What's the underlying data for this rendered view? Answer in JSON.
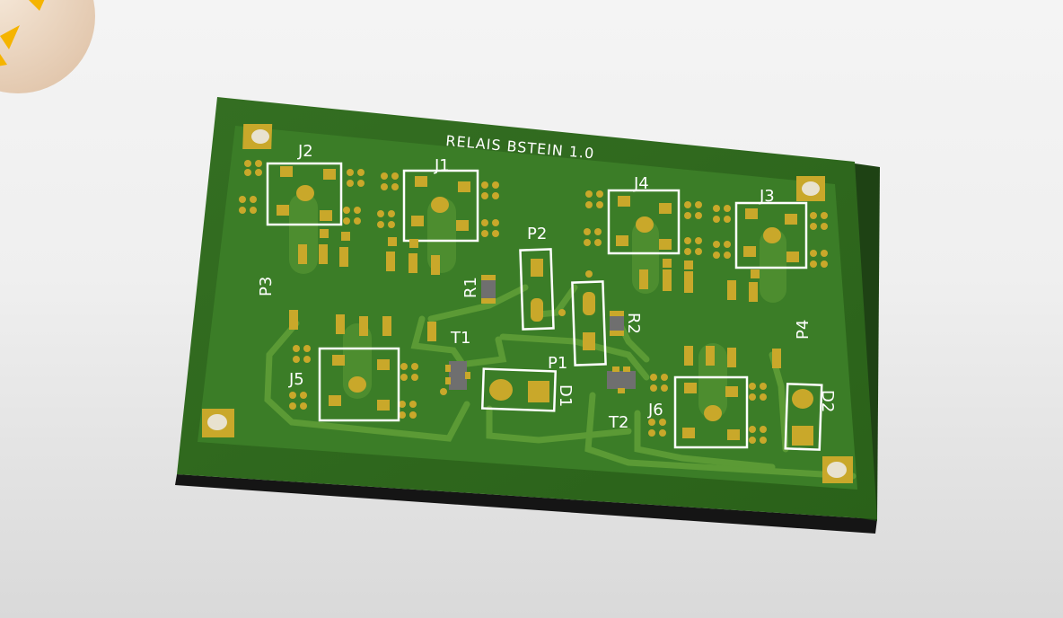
{
  "board": {
    "title": "RELAIS BSTEIN 1.0",
    "colors": {
      "background": "#efefef",
      "solder_mask": "#2f6a1f",
      "board_edge": "#1f4715",
      "copper_trace": "#4b8a2c",
      "pad": "#c9a82a",
      "silkscreen": "#ffffff",
      "smd_body": "#6f6f6f"
    }
  },
  "components": {
    "J1": "J1",
    "J2": "J2",
    "J3": "J3",
    "J4": "J4",
    "J5": "J5",
    "J6": "J6",
    "P1": "P1",
    "P2": "P2",
    "P3": "P3",
    "P4": "P4",
    "R1": "R1",
    "R2": "R2",
    "T1": "T1",
    "T2": "T2",
    "D1": "D1",
    "D2": "D2"
  }
}
